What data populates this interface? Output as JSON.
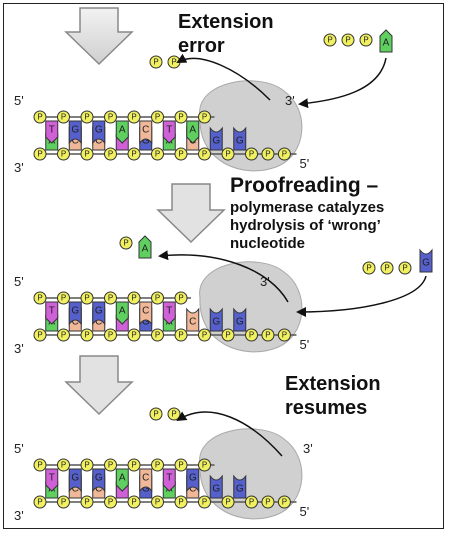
{
  "panels": [
    {
      "title_lines": [
        "Extension",
        "error"
      ],
      "top_bases": [
        "T",
        "G",
        "G",
        "A",
        "C",
        "T",
        "A"
      ],
      "bottom_bases": [
        "A",
        "C",
        "C",
        "T",
        "G",
        "A",
        "C",
        "G",
        "G"
      ],
      "free_nucleotide_base": "A",
      "released_label": [
        "P",
        "P"
      ],
      "end_labels": {
        "top_left": "5'",
        "bottom_left": "3'",
        "bottom_right": "5'",
        "top_right": "3'"
      }
    },
    {
      "title_lines": [
        "Proofreading –",
        "polymerase catalyzes",
        "hydrolysis of ‘wrong’",
        "nucleotide"
      ],
      "top_bases": [
        "T",
        "G",
        "G",
        "A",
        "C",
        "T"
      ],
      "bottom_bases": [
        "A",
        "C",
        "C",
        "T",
        "G",
        "A",
        "C",
        "G",
        "G"
      ],
      "free_nucleotide_base": "G",
      "released_base": "A",
      "end_labels": {
        "top_left": "5'",
        "bottom_left": "3'",
        "bottom_right": "5'",
        "top_right": "3'"
      }
    },
    {
      "title_lines": [
        "Extension",
        "resumes"
      ],
      "top_bases": [
        "T",
        "G",
        "G",
        "A",
        "C",
        "T",
        "G"
      ],
      "bottom_bases": [
        "A",
        "C",
        "C",
        "T",
        "G",
        "A",
        "C",
        "G",
        "G"
      ],
      "released_label": [
        "P",
        "P"
      ],
      "end_labels": {
        "top_left": "5'",
        "bottom_left": "3'",
        "bottom_right": "5'",
        "top_right": "3'"
      }
    }
  ],
  "phosphate_letter": "P",
  "colors": {
    "A": "#5fd060",
    "T": "#d060d8",
    "G": "#5560cc",
    "C": "#f0b898",
    "phosphate": "#f0f060",
    "polymerase": "#c8c8c8",
    "arrow": "#aaaaaa"
  }
}
